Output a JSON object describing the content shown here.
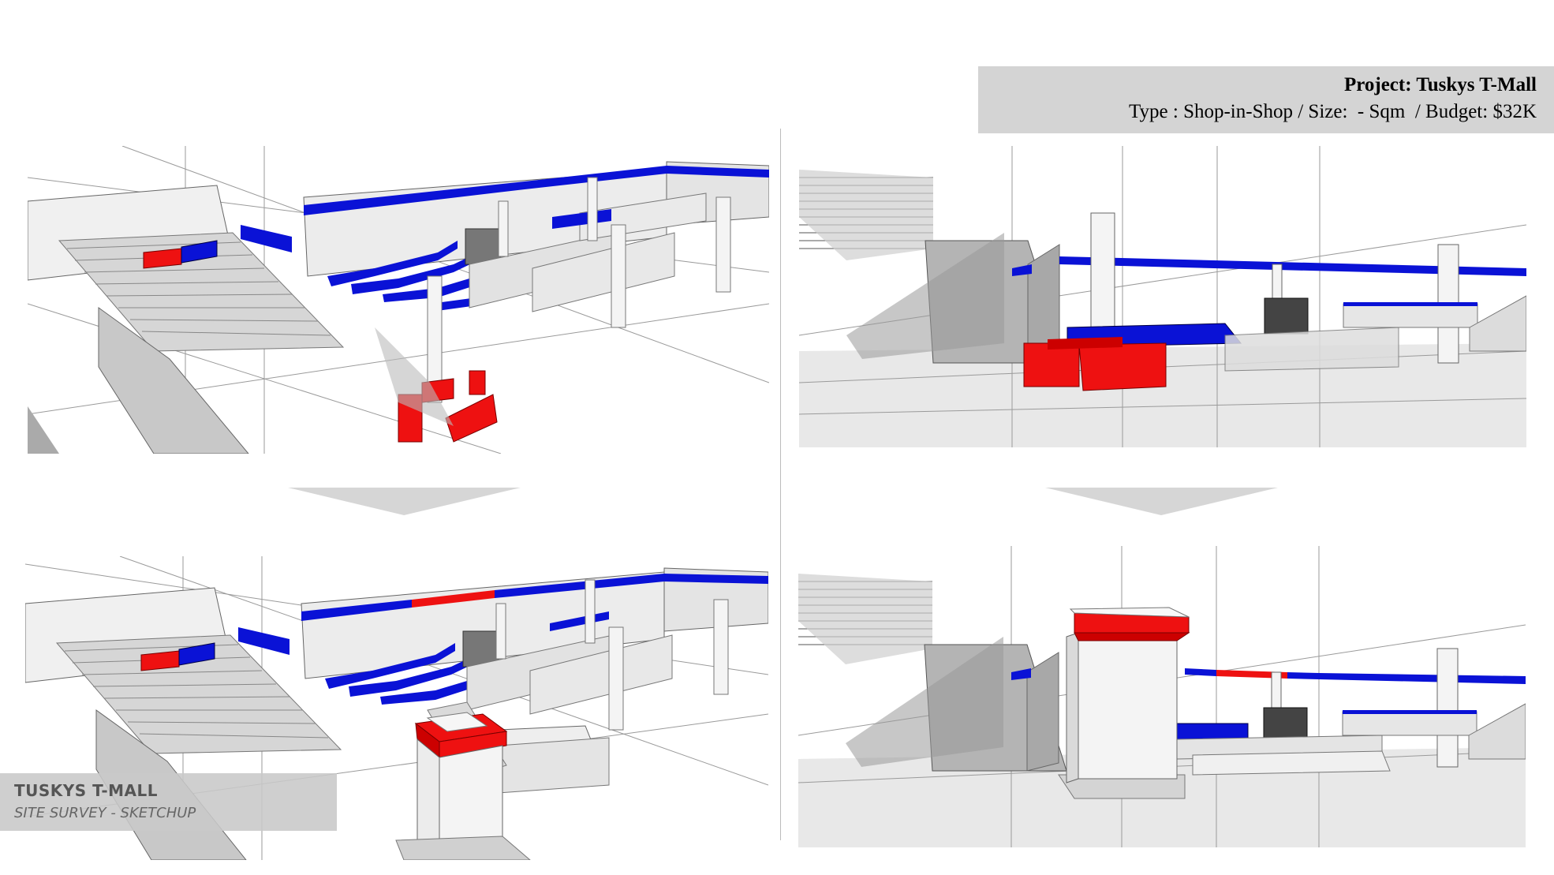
{
  "header": {
    "title": "Project: Tuskys T-Mall",
    "subtitle": "Type : Shop-in-Shop / Size:  - Sqm  / Budget: $32K"
  },
  "footer": {
    "title": "TUSKYS T-MALL",
    "subtitle": "SITE SURVEY - SKETCHUP"
  },
  "colors": {
    "accent_red": "#ee1111",
    "accent_blue": "#0a12d6",
    "dark_grey": "#555555",
    "panel_grey": "#d4d4d4"
  }
}
